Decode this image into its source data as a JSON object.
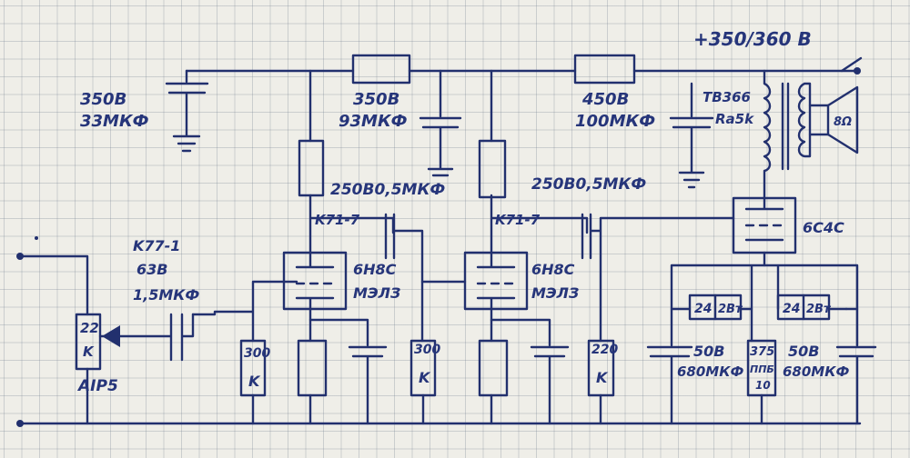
{
  "labels": {
    "supply": "+350/360 B",
    "c1_v": "350B",
    "c1_c": "33МКФ",
    "c2_v": "350B",
    "c2_c": "93МКФ",
    "c3_v": "450B",
    "c3_c": "100МКФ",
    "transformer": "TB366",
    "ra": "Ra5k",
    "speaker": "8Ω",
    "cc1": "250B0,5МКФ",
    "cc2": "250B0,5МКФ",
    "k71a": "K71-7",
    "k71b": "K71-7",
    "k77_1": "K77-1",
    "k77_2": "63B",
    "k77_3": "1,5МКФ",
    "tube1_a": "6H8C",
    "tube1_b": "МЭЛЗ",
    "tube2_a": "6H8C",
    "tube2_b": "МЭЛЗ",
    "tube3": "6C4C",
    "r_in_v": "22",
    "r_in_u": "K",
    "input_name": "AIP5",
    "r300a_v": "300",
    "r300a_u": "K",
    "r300b_v": "300",
    "r300b_u": "K",
    "r220_v": "220",
    "r220_u": "K",
    "d1_a": "24",
    "d1_b": "2Вт",
    "d2_a": "24",
    "d2_b": "2Вт",
    "c4_v": "50B",
    "c4_c": "680МКФ",
    "c5_v": "50B",
    "c5_c": "680МКФ",
    "r375_a": "375",
    "r375_b": "ППБ",
    "r375_c": "10"
  }
}
